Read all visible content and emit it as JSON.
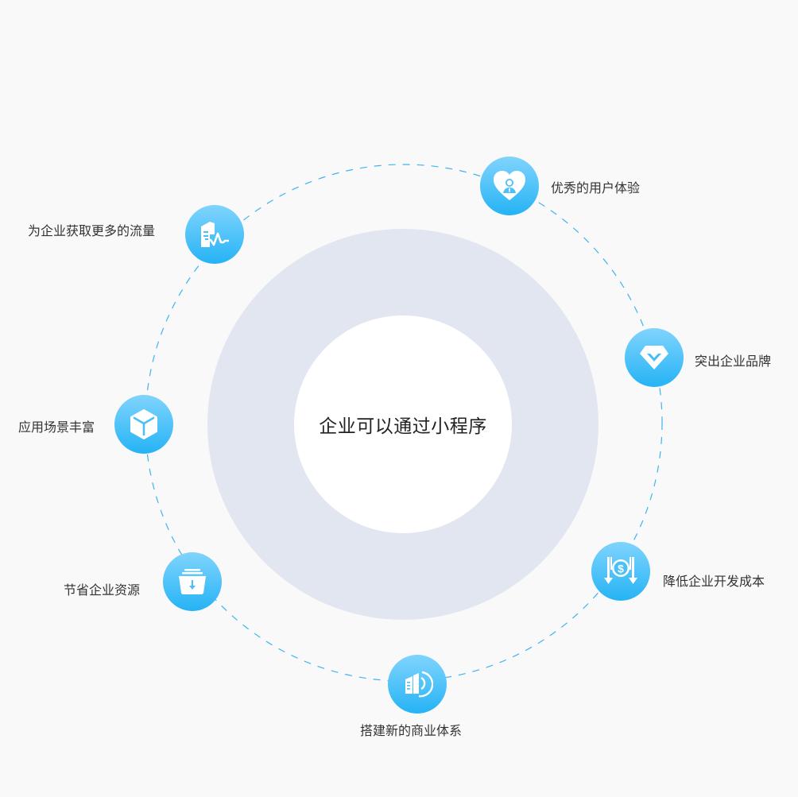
{
  "center": {
    "title": "企业可以通过小程序"
  },
  "colors": {
    "background": "#f9f9f9",
    "donut": "#e2e6f1",
    "core": "#ffffff",
    "node_gradient_top": "#80d4fd",
    "node_gradient_bottom": "#25b3f5",
    "orbit_dash": "#3fb4ef",
    "label_text": "#333333"
  },
  "nodes": [
    {
      "id": "user-experience",
      "label": "优秀的用户体验",
      "icon": "heart-user-icon"
    },
    {
      "id": "brand",
      "label": "突出企业品牌",
      "icon": "diamond-icon"
    },
    {
      "id": "cost",
      "label": "降低企业开发成本",
      "icon": "dollar-down-icon"
    },
    {
      "id": "business",
      "label": "搭建新的商业体系",
      "icon": "building-signal-icon"
    },
    {
      "id": "resources",
      "label": "节省企业资源",
      "icon": "folder-download-icon"
    },
    {
      "id": "scenarios",
      "label": "应用场景丰富",
      "icon": "cube-icon"
    },
    {
      "id": "traffic",
      "label": "为企业获取更多的流量",
      "icon": "document-pulse-icon"
    }
  ]
}
